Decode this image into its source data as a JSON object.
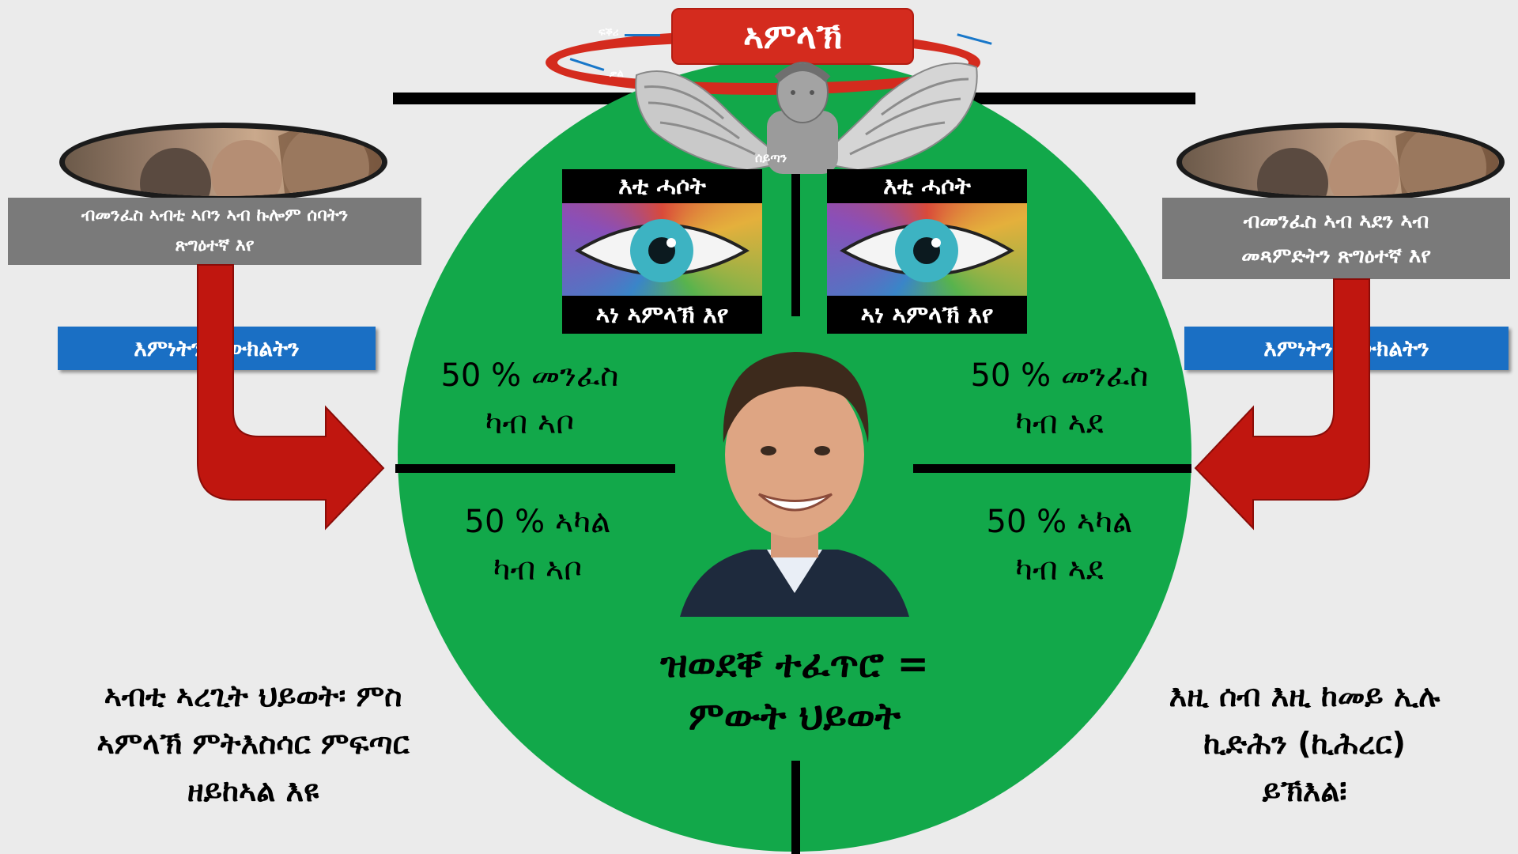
{
  "god": {
    "title": "ኣምላኽ",
    "ring_left_top": "ፍቕሪ",
    "ring_left_bottom": "ቃል",
    "angel_label": "ሰይጣን"
  },
  "eyes": [
    {
      "header": "እቲ ሓሶት",
      "footer": "ኣነ ኣምላኽ እየ"
    },
    {
      "header": "እቲ ሓሶት",
      "footer": "ኣነ ኣምላኽ እየ"
    }
  ],
  "quadrants": {
    "top_left": {
      "line1": "50 % መንፈስ",
      "line2": "ካብ ኣቦ"
    },
    "top_right": {
      "line1": "50 % መንፈስ",
      "line2": "ካብ ኣደ"
    },
    "bottom_left": {
      "line1": "50 % ኣካል",
      "line2": "ካብ ኣቦ"
    },
    "bottom_right": {
      "line1": "50 % ኣካል",
      "line2": "ካብ ኣደ"
    }
  },
  "center": {
    "line1": "ዝወደቐ ተፈጥሮ =",
    "line2": "ምውት ህይወት"
  },
  "left": {
    "gray_line1": "ብመንፈስ ኣብቲ ኣቦን ኣብ ኩሎም ሰባትን",
    "gray_line2": "ጽግዕተኛ እየ",
    "blue": "እምነትን ትውክልትን",
    "bottom_line1": "ኣብቲ ኣረጊት ህይወት፡ ምስ",
    "bottom_line2": "ኣምላኽ ምትእስሳር ምፍጣር",
    "bottom_line3": "ዘይከኣል እዩ"
  },
  "right": {
    "gray_line1": "ብመንፈስ ኣብ ኣደን ኣብ",
    "gray_line2": "መጻምድትን ጽግዕተኛ እየ",
    "blue": "እምነትን ትውክልትን",
    "bottom_line1": "እዚ ሰብ እዚ ከመይ ኢሉ",
    "bottom_line2": "ኪድሕን (ኪሕረር)",
    "bottom_line3": "ይኽእል፧"
  },
  "colors": {
    "green": "#12a84a",
    "red": "#c0160f",
    "blue": "#1a6fc4",
    "gray": "#7a7a7a"
  }
}
